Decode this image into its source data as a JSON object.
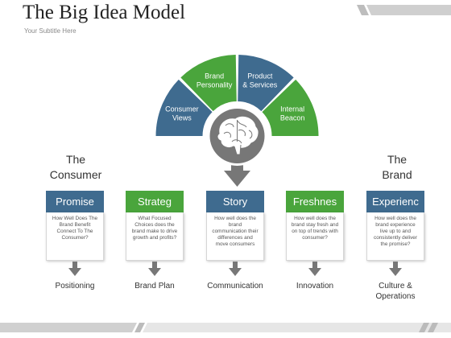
{
  "header": {
    "title": "The Big Idea Model",
    "subtitle": "Your Subtitle Here"
  },
  "colors": {
    "blue": "#3f6b8f",
    "green": "#4aa53c",
    "gray": "#777777",
    "text": "#333333"
  },
  "fan": {
    "segments": [
      {
        "label": "Consumer Views",
        "lines": [
          "Consumer",
          "Views"
        ],
        "color": "blue"
      },
      {
        "label": "Brand Personality",
        "lines": [
          "Brand",
          "Personality"
        ],
        "color": "green"
      },
      {
        "label": "Product & Services",
        "lines": [
          "Product",
          "& Services"
        ],
        "color": "blue"
      },
      {
        "label": "Internal Beacon",
        "lines": [
          "Internal",
          "Beacon"
        ],
        "color": "green"
      }
    ],
    "center_icon": "brain-icon"
  },
  "side_labels": {
    "left": [
      "The",
      "Consumer"
    ],
    "right": [
      "The",
      "Brand"
    ]
  },
  "columns": [
    {
      "title": "Promise",
      "color": "blue",
      "text": "How Well Does The Brand Benefit Connect To The Consumer?",
      "result": "Positioning"
    },
    {
      "title": "Strateg",
      "color": "green",
      "text": "What Focused Choices does the brand make to drive growth and profits?",
      "result": "Brand Plan"
    },
    {
      "title": "Story",
      "color": "blue",
      "text": "How well does the brand communication their differences and move consumers",
      "result": "Communication"
    },
    {
      "title": "Freshnes",
      "color": "green",
      "text": "How well does the brand stay fresh and on top of trends with consumer?",
      "result": "Innovation"
    },
    {
      "title": "Experienc",
      "color": "blue",
      "text": "How well does the brand experience live up to and consistently deliver the promise?",
      "result": "Culture & Operations"
    }
  ]
}
